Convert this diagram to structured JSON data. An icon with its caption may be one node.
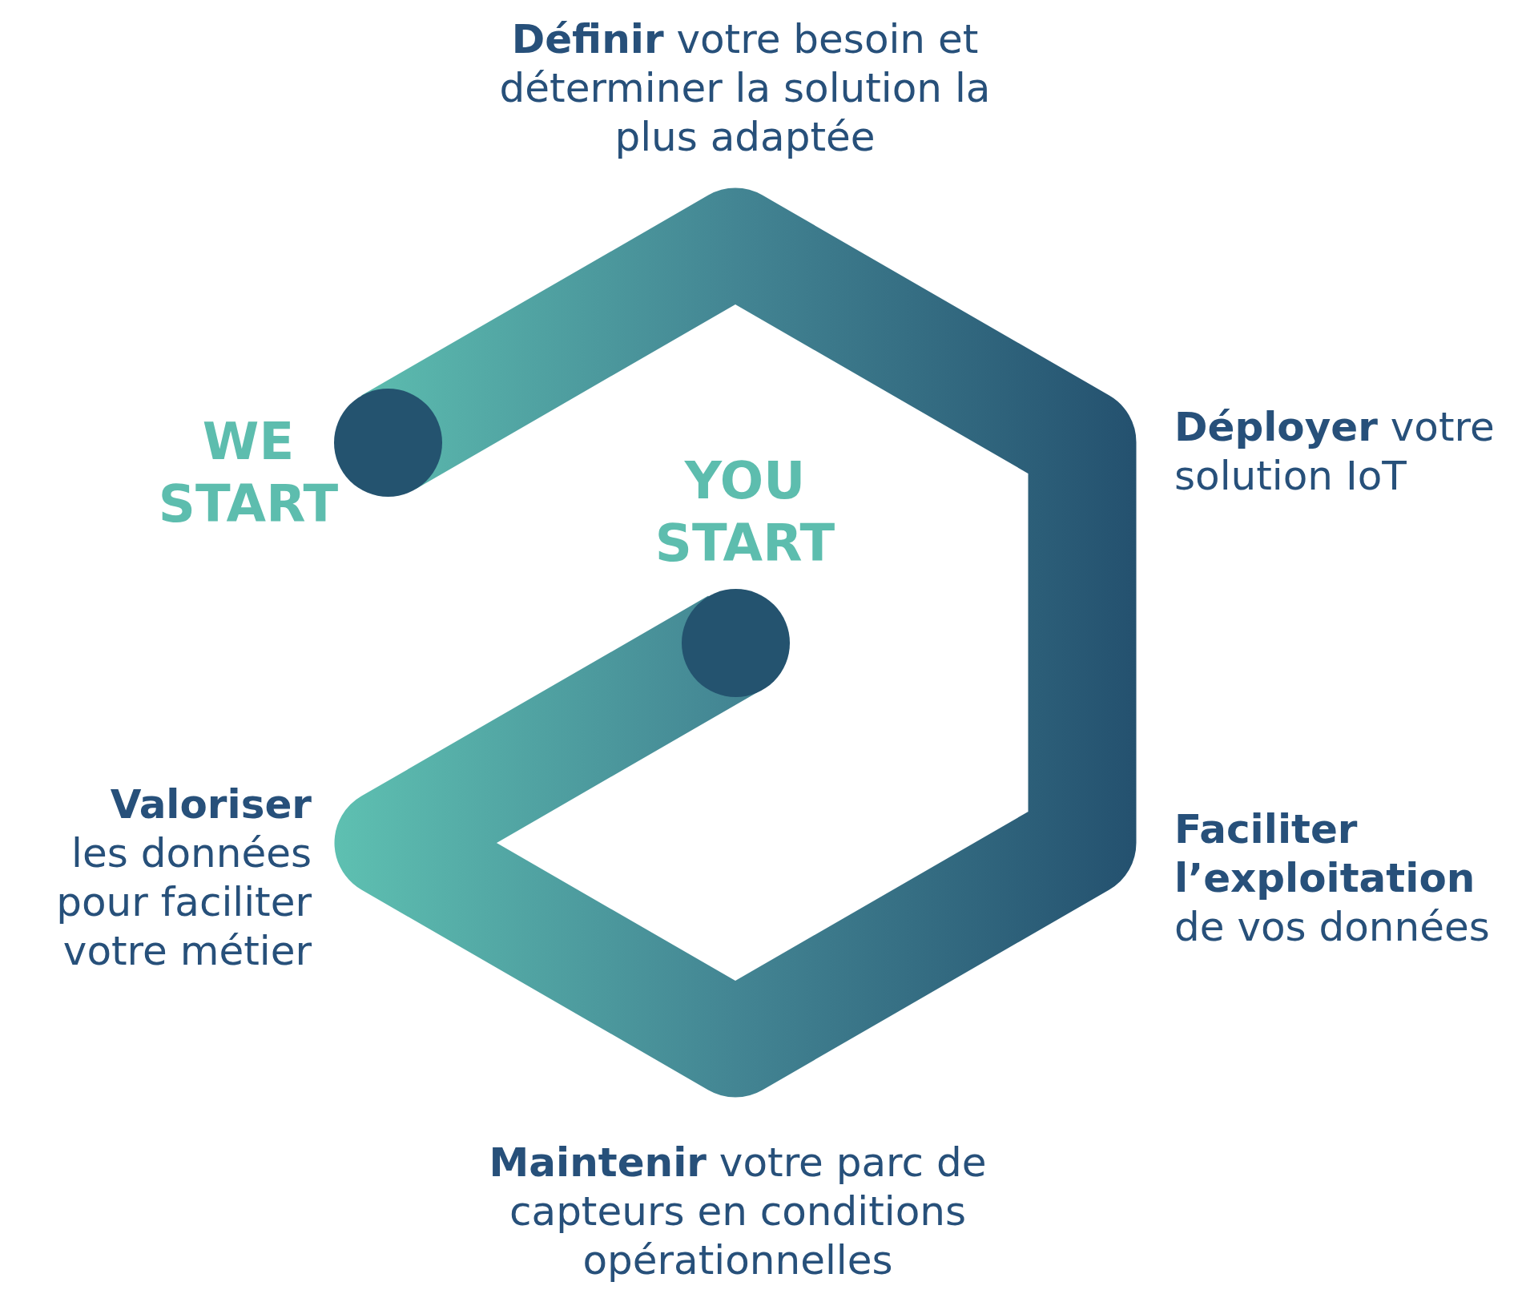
{
  "diagram": {
    "nodes": [
      {
        "text": [],
        "shape": "circle",
        "beside": [
          "WE START"
        ]
      },
      {
        "text": [],
        "shape": "circle",
        "beside": [
          "YOU START"
        ]
      }
    ],
    "edges": [
      {
        "from": 0,
        "to": 1,
        "arrow": "none",
        "style": "thick"
      }
    ],
    "labels": [
      "**Définir** votre besoin et déterminer la solution la plus adaptée",
      "**Déployer** votre solution IoT",
      "**Faciliter l’exploitation** de vos données",
      "**Maintenir** votre parc de capteurs en conditions opérationnelles",
      "**Valoriser** les données pour faciliter votre métier"
    ]
  }
}
